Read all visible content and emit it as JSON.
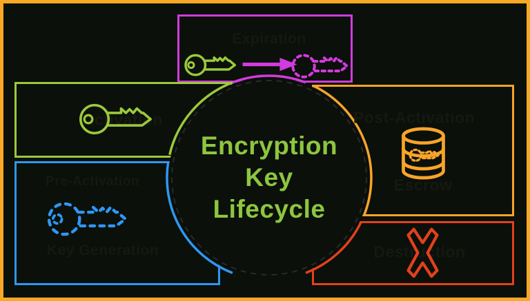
{
  "diagram": {
    "title_lines": [
      "Encryption",
      "Key",
      "Lifecycle"
    ]
  },
  "stages": {
    "expiration": {
      "label": "Expiration"
    },
    "activation": {
      "label": "Activation"
    },
    "post_activation": {
      "label": "Post-Activation",
      "sublabel": "Escrow"
    },
    "pre_activation": {
      "label": "Pre-Activation",
      "sublabel": "Key Generation"
    },
    "destruction": {
      "label": "Destruction"
    }
  },
  "icons": {
    "expiration_left": "solid-key-icon",
    "expiration_mid": "arrow-right-icon",
    "expiration_right": "dotted-key-icon",
    "activation": "solid-key-icon",
    "pre_activation": "dotted-key-icon",
    "escrow": "database-key-icon",
    "destruction": "x-mark-icon"
  },
  "colors": {
    "bg": "#0b100a",
    "frame": "#f9a826",
    "magenta": "#d23bdf",
    "green": "#9cc93c",
    "title": "#8dc63f",
    "orange": "#f9a42a",
    "blue": "#2e97f5",
    "red": "#e4401c",
    "ghost": "#151910",
    "dash": "#2a2a2a"
  }
}
